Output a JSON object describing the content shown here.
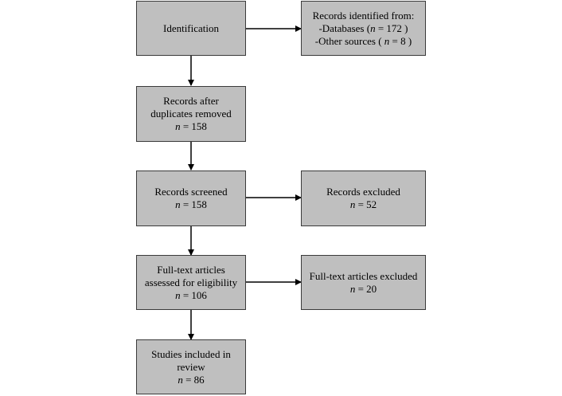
{
  "boxes": {
    "identification": {
      "lines": [
        "Identification"
      ]
    },
    "records_identified": {
      "lines": [
        "Records identified from:"
      ],
      "databases_prefix": "-Databases (",
      "databases_n": "172",
      "databases_suffix": ")",
      "other_prefix": "-Other sources (",
      "other_n": "8",
      "other_suffix": ")"
    },
    "after_duplicates": {
      "lines": [
        "Records after",
        "duplicates removed"
      ],
      "n": "158"
    },
    "screened": {
      "lines": [
        "Records screened"
      ],
      "n": "158"
    },
    "excluded": {
      "lines": [
        "Records excluded"
      ],
      "n": "52"
    },
    "fulltext_assessed": {
      "lines": [
        "Full-text articles",
        "assessed for eligibility"
      ],
      "n": "106"
    },
    "fulltext_excluded": {
      "lines": [
        "Full-text articles excluded"
      ],
      "n": "20"
    },
    "included": {
      "lines": [
        "Studies included in",
        "review"
      ],
      "n": "86"
    }
  },
  "n_symbol": "n",
  "equals": " = "
}
